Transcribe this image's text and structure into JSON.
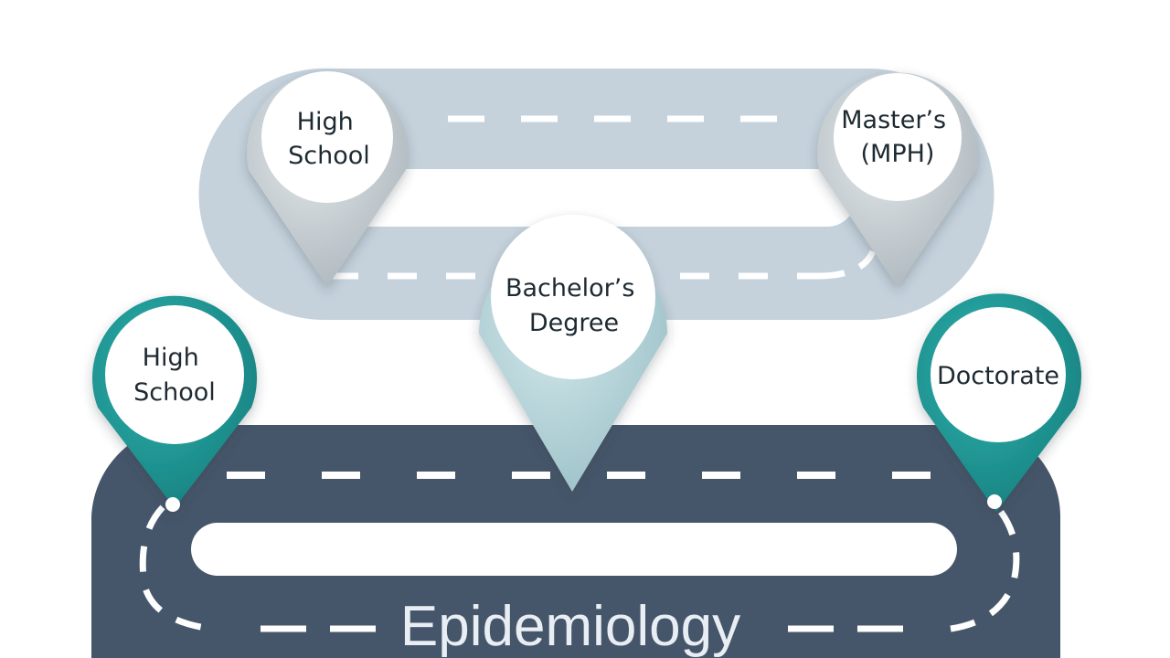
{
  "diagram": {
    "title": "Epidemiology",
    "upper_road": {
      "milestones": [
        {
          "lines": [
            "High",
            "School"
          ]
        },
        {
          "lines": [
            "Bachelor’s",
            "Degree"
          ]
        },
        {
          "lines": [
            "Master’s",
            "(MPH)"
          ]
        }
      ]
    },
    "lower_road": {
      "milestones": [
        {
          "lines": [
            "High",
            "School"
          ]
        },
        {
          "lines": [
            "Doctorate"
          ]
        }
      ]
    },
    "colors": {
      "upper_road": "#c5d2dc",
      "lower_road": "#46566a",
      "teal_pin": "#1f9a98",
      "grey_pin": "#bcc5cb",
      "light_pin": "#b7d5da",
      "dash": "#ffffff"
    }
  }
}
